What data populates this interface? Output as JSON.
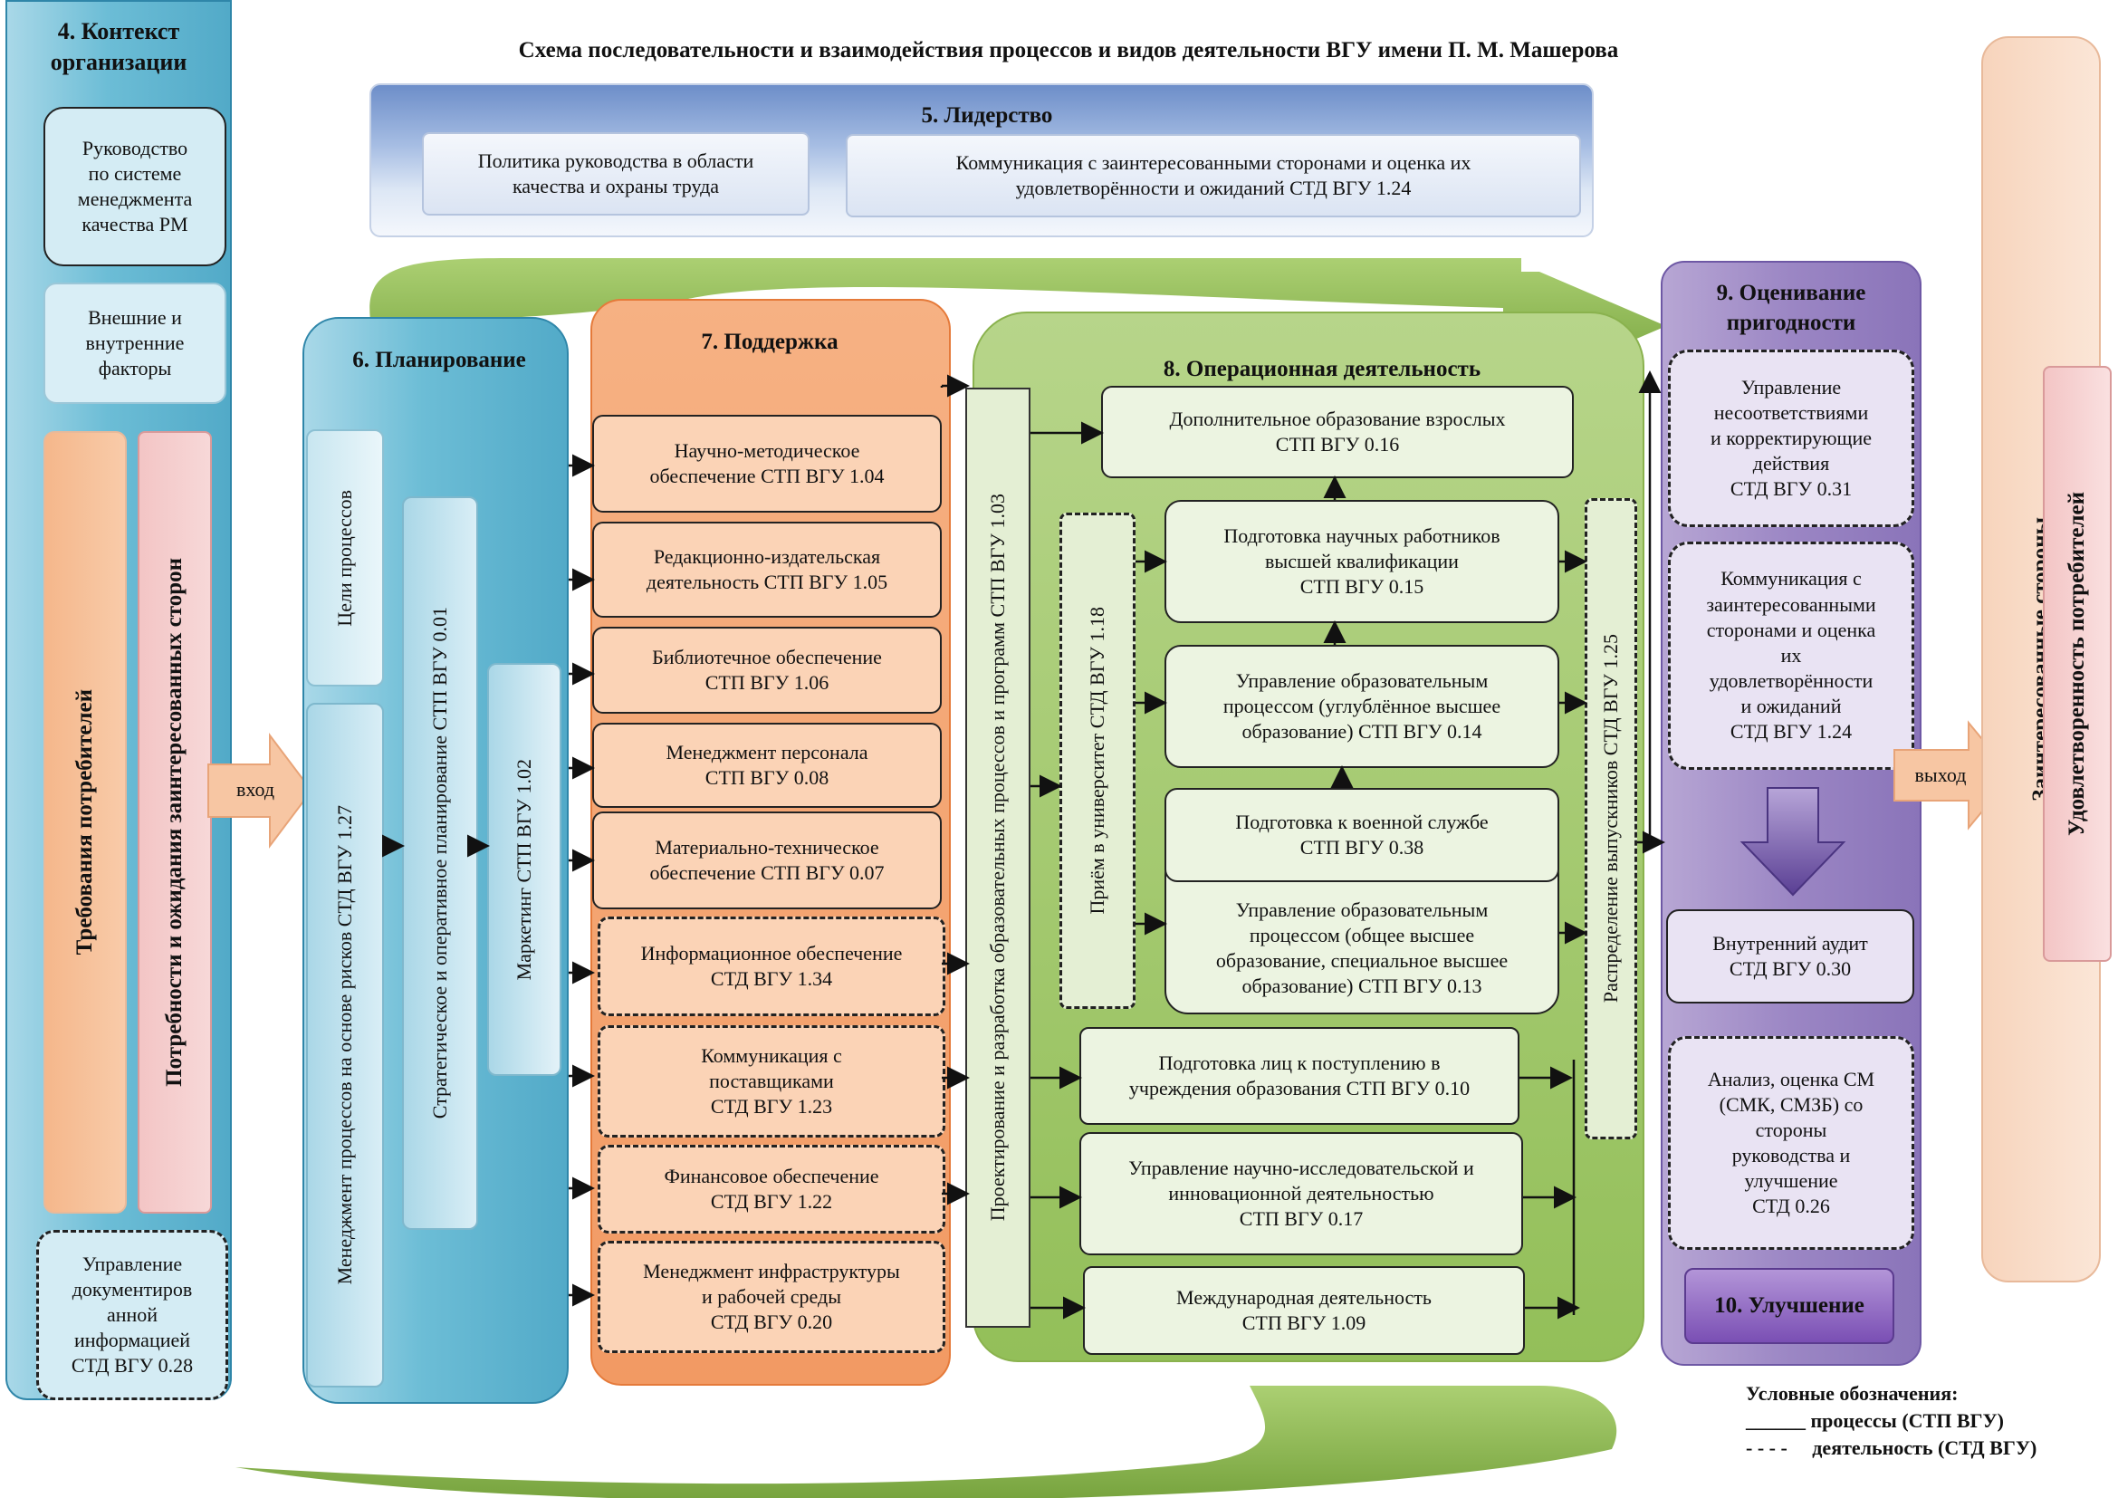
{
  "title": "Схема последовательности и взаимодействия процессов и видов деятельности ВГУ имени П. М. Машерова",
  "context": {
    "header": "4. Контекст\nорганизации",
    "rm": "Руководство\nпо системе\nменеджмента\nкачества РМ",
    "factors": "Внешние и\nвнутренние\nфакторы",
    "consumer_req": "Требования потребителей",
    "stakeholder_needs": "Потребности и ожидания заинтересованных сторон",
    "docs": "Управление\nдокументиров\nанной\nинформацией\nСТД ВГУ 0.28"
  },
  "input_label": "вход",
  "output_label": "выход",
  "leadership": {
    "header": "5. Лидерство",
    "policy": "Политика руководства в области\nкачества и охраны труда",
    "communication": "Коммуникация с заинтересованными сторонами и оценка их\nудовлетворённости и ожиданий СТД ВГУ 1.24"
  },
  "planning": {
    "header": "6. Планирование",
    "goals": "Цели процессов",
    "risks": "Менеджмент процессов на основе рисков СТД ВГУ 1.27",
    "strategic": "Стратегическое и оперативное планирование СТП ВГУ 0.01",
    "marketing": "Маркетинг СТП ВГУ 1.02"
  },
  "support": {
    "header": "7. Поддержка",
    "items": [
      {
        "label": "Научно-методическое\nобеспечение СТП ВГУ 1.04",
        "type": "process"
      },
      {
        "label": "Редакционно-издательская\nдеятельность СТП ВГУ 1.05",
        "type": "process"
      },
      {
        "label": "Библиотечное обеспечение\nСТП ВГУ 1.06",
        "type": "process"
      },
      {
        "label": "Менеджмент персонала\nСТП ВГУ 0.08",
        "type": "process"
      },
      {
        "label": "Материально-техническое\nобеспечение СТП ВГУ 0.07",
        "type": "process"
      },
      {
        "label": "Информационное обеспечение\nСТД ВГУ 1.34",
        "type": "activity"
      },
      {
        "label": "Коммуникация с\nпоставщиками\nСТД ВГУ 1.23",
        "type": "activity"
      },
      {
        "label": "Финансовое обеспечение\nСТД ВГУ 1.22",
        "type": "activity"
      },
      {
        "label": "Менеджмент инфраструктуры\nи рабочей среды\nСТД ВГУ 0.20",
        "type": "activity"
      }
    ]
  },
  "operations": {
    "header": "8. Операционная деятельность",
    "design": "Проектирование и разработка образовательных процессов и программ СТП ВГУ 1.03",
    "admission": "Приём в университет СТД ВГУ 1.18",
    "distribution": "Распределение выпускников СТД ВГУ 1.25",
    "items": {
      "adult": "Дополнительное образование взрослых\nСТП ВГУ 0.16",
      "scientists": "Подготовка научных работников\nвысшей квалификации\nСТП ВГУ 0.15",
      "advanced": "Управление образовательным\nпроцессом (углублённое высшее\nобразование) СТП ВГУ 0.14",
      "military": "Подготовка к военной службе\nСТП ВГУ 0.38",
      "general": "Управление образовательным\nпроцессом (общее высшее\nобразование, специальное высшее\nобразование) СТП ВГУ 0.13",
      "pre_entry": "Подготовка лиц к поступлению в\nучреждения образования СТП ВГУ 0.10",
      "research": "Управление научно-исследовательской и\nинновационной деятельностью\nСТП ВГУ 0.17",
      "international": "Международная деятельность\nСТП ВГУ 1.09"
    }
  },
  "evaluation": {
    "header": "9. Оценивание\nпригодности",
    "nonconformity": "Управление\nнесоответствиями\nи корректирующие\nдействия\nСТД ВГУ 0.31",
    "communication": "Коммуникация с\nзаинтересованными\nсторонами и оценка\nих\nудовлетворённости\nи ожиданий\nСТД ВГУ 1.24",
    "audit": "Внутренний аудит\nСТД ВГУ 0.30",
    "analysis": "Анализ, оценка СМ\n(СМК, СМЗБ) со\nстороны\nруководства и\nулучшение\nСТД 0.26",
    "improvement": "10. Улучшение"
  },
  "outcomes": {
    "stakeholders": "Заинтересованные стороны",
    "satisfaction": "Удовлетворенность потребителей"
  },
  "legend": {
    "title": "Условные обозначения:",
    "process": "______ процессы (СТП ВГУ)",
    "activity": "- - - -     деятельность (СТД ВГУ)"
  },
  "colors": {
    "context_blue": "#6cbdd6",
    "support_orange": "#f29a63",
    "operations_green": "#93bf59",
    "evaluation_purple": "#9b86c4",
    "arrow_green": "#7fae3f",
    "input_arrow": "#f6c3a0"
  }
}
